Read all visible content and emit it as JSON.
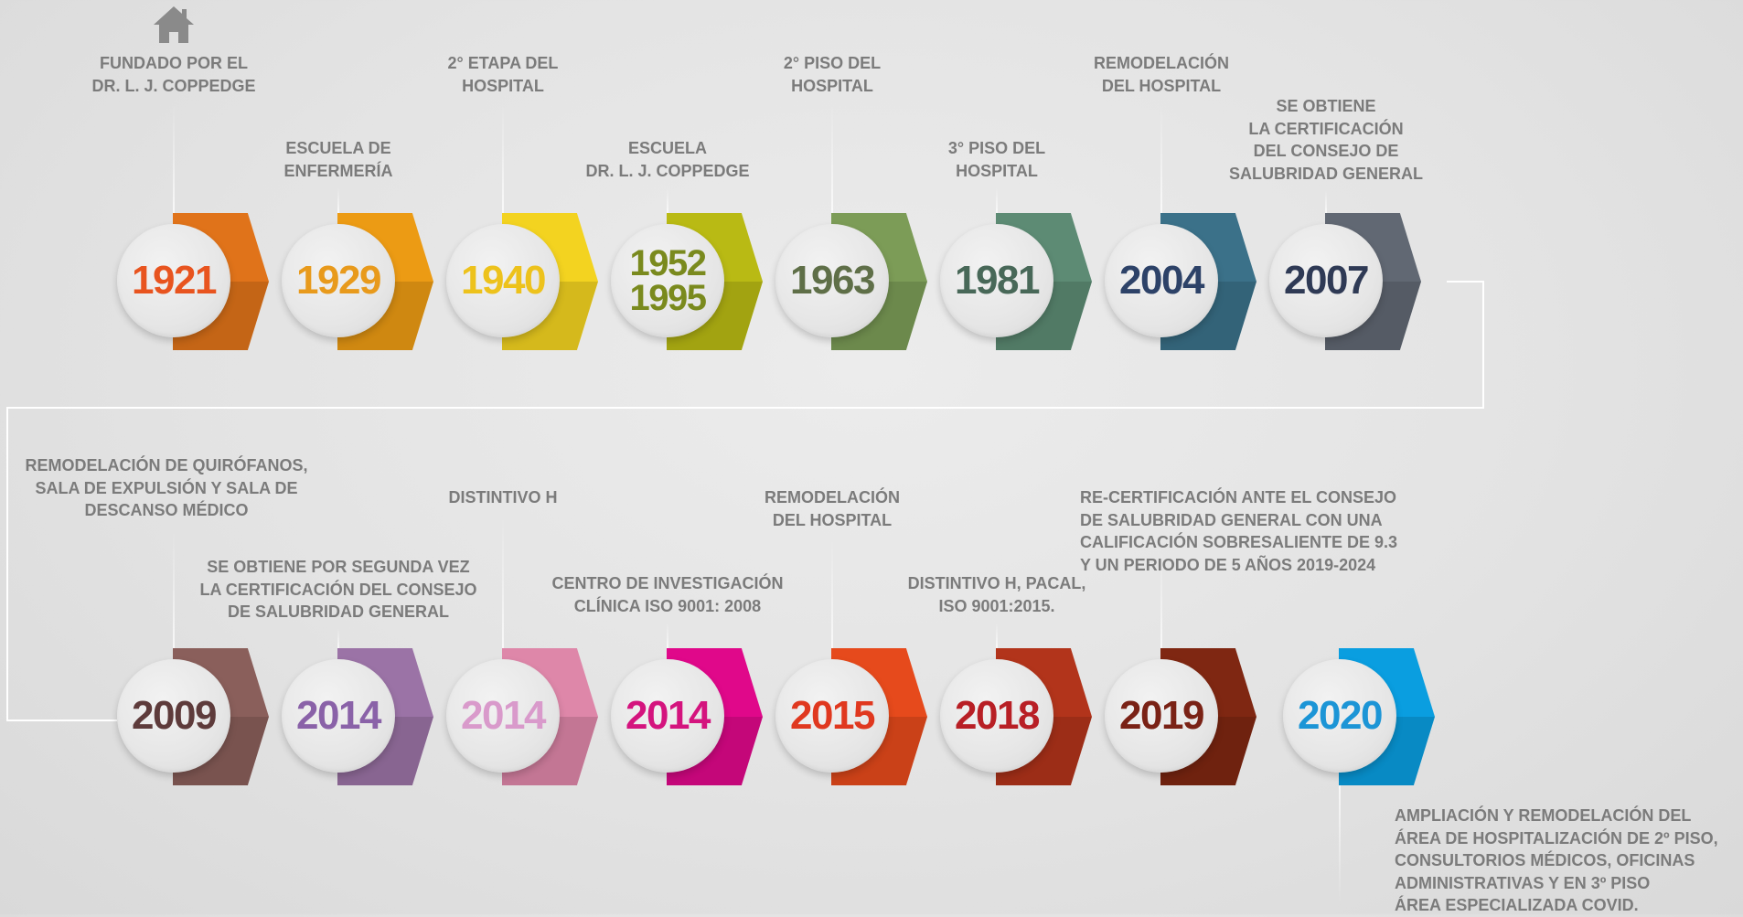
{
  "timeline": {
    "rows": [
      {
        "milestones": [
          {
            "year": "1921",
            "color": "#e0731a",
            "year_color": "#e8541f",
            "label": "FUNDADO POR EL\nDR. L. J. COPPEDGE",
            "label_pos": "high",
            "icon": "home-icon"
          },
          {
            "year": "1929",
            "color": "#ec9b14",
            "year_color": "#e89a1c",
            "label": "ESCUELA DE\nENFERMERÍA",
            "label_pos": "low"
          },
          {
            "year": "1940",
            "color": "#f3d320",
            "year_color": "#edc21c",
            "label": "2° ETAPA DEL\nHOSPITAL",
            "label_pos": "high"
          },
          {
            "year": "1952\n1995",
            "color": "#b9ba14",
            "year_color": "#7a8a1e",
            "label": "ESCUELA\nDR. L. J. COPPEDGE",
            "label_pos": "low"
          },
          {
            "year": "1963",
            "color": "#7c9c57",
            "year_color": "#5f6f48",
            "label": "2° PISO DEL\nHOSPITAL",
            "label_pos": "high"
          },
          {
            "year": "1981",
            "color": "#5d8b74",
            "year_color": "#486858",
            "label": "3° PISO DEL\nHOSPITAL",
            "label_pos": "low"
          },
          {
            "year": "2004",
            "color": "#3b7189",
            "year_color": "#2d4268",
            "label": "REMODELACIÓN\nDEL HOSPITAL",
            "label_pos": "high"
          },
          {
            "year": "2007",
            "color": "#616873",
            "year_color": "#2f3a55",
            "label": "SE OBTIENE\nLA CERTIFICACIÓN\nDEL CONSEJO DE\nSALUBRIDAD GENERAL",
            "label_pos": "low"
          }
        ]
      },
      {
        "milestones": [
          {
            "year": "2009",
            "color": "#8a5f5b",
            "year_color": "#5e3b3b",
            "label": "REMODELACIÓN DE QUIRÓFANOS,\nSALA DE EXPULSIÓN Y SALA DE\nDESCANSO MÉDICO",
            "label_pos": "high"
          },
          {
            "year": "2014",
            "color": "#9b73a6",
            "year_color": "#8a62a8",
            "label": "SE OBTIENE POR SEGUNDA VEZ\nLA CERTIFICACIÓN DEL CONSEJO\nDE SALUBRIDAD GENERAL",
            "label_pos": "low"
          },
          {
            "year": "2014",
            "color": "#de87a9",
            "year_color": "#d99acb",
            "label": "DISTINTIVO H",
            "label_pos": "high"
          },
          {
            "year": "2014",
            "color": "#e0088a",
            "year_color": "#d4147e",
            "label": "CENTRO DE INVESTIGACIÓN\nCLÍNICA ISO 9001: 2008",
            "label_pos": "low"
          },
          {
            "year": "2015",
            "color": "#e64a1c",
            "year_color": "#e0381f",
            "label": "REMODELACIÓN\nDEL HOSPITAL",
            "label_pos": "high"
          },
          {
            "year": "2018",
            "color": "#b2341b",
            "year_color": "#b81f25",
            "label": "DISTINTIVO H, PACAL,\nISO 9001:2015.",
            "label_pos": "low"
          },
          {
            "year": "2019",
            "color": "#7f2712",
            "year_color": "#7a2216",
            "label": "RE-CERTIFICACIÓN ANTE EL CONSEJO\nDE SALUBRIDAD GENERAL CON UNA\nCALIFICACIÓN SOBRESALIENTE DE 9.3\nY UN PERIODO DE 5 AÑOS 2019-2024",
            "label_pos": "high"
          },
          {
            "year": "2020",
            "color": "#0a9ee0",
            "year_color": "#1c95d6",
            "label": "AMPLIACIÓN Y REMODELACIÓN DEL\nÁREA DE HOSPITALIZACIÓN DE 2º PISO,\nCONSULTORIOS MÉDICOS, OFICINAS\nADMINISTRATIVAS Y EN 3º PISO\nÁREA ESPECIALIZADA COVID.",
            "label_pos": "below"
          }
        ]
      }
    ],
    "label_color": "#7b7b7b",
    "connector_color": "#ffffff"
  }
}
